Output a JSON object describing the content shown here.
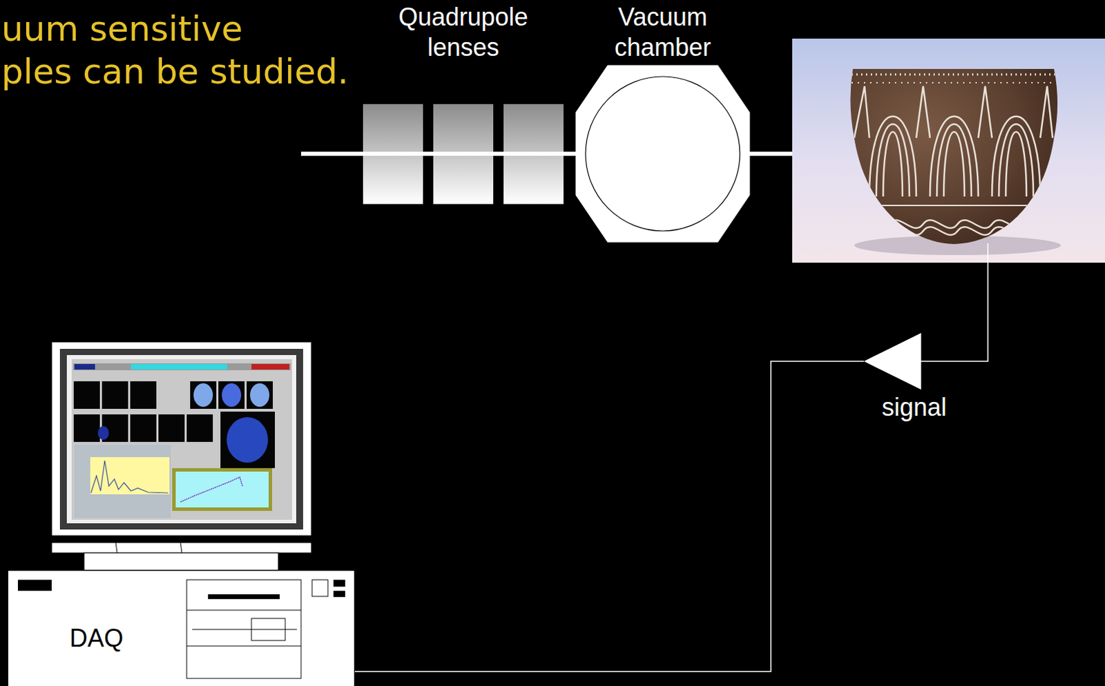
{
  "diagram": {
    "nodes": [
      {
        "text": [
          "Quadrupole lenses"
        ]
      },
      {
        "text": [
          "Vacuum chamber"
        ]
      },
      {
        "text": [
          "signal"
        ]
      },
      {
        "text": [
          "DAQ"
        ]
      }
    ],
    "edges": [
      {
        "from": 0,
        "to": 1,
        "arrow": "none"
      },
      {
        "from": 2,
        "to": 3,
        "arrow": "none"
      }
    ],
    "labels": [
      "uum sensitive",
      "ples can be studied."
    ]
  }
}
